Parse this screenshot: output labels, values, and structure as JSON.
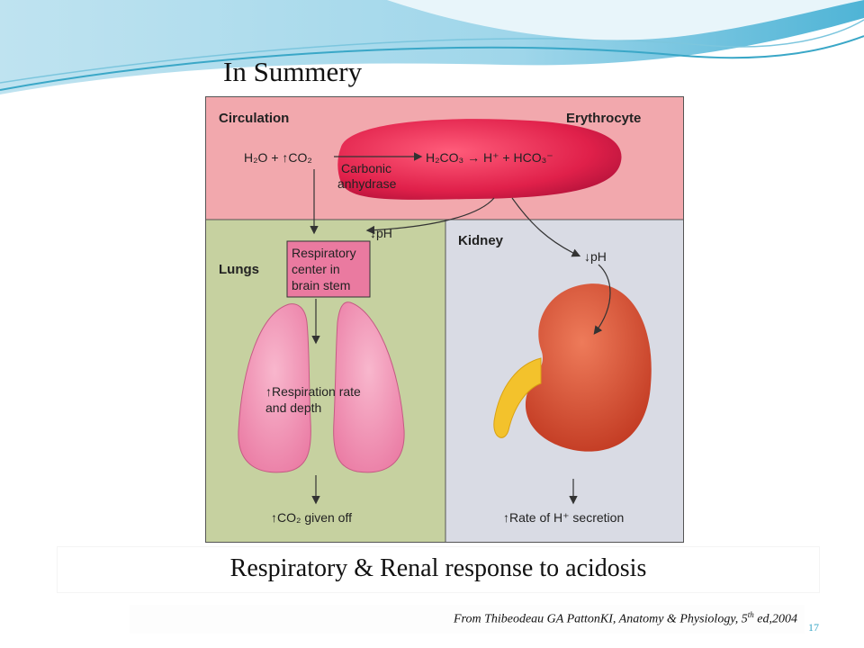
{
  "slide": {
    "title": "In Summery",
    "caption": "Respiratory & Renal response  to acidosis",
    "citation": {
      "text": "From Thibeodeau GA PattonKI, Anatomy & Physiology, 5",
      "sup": "th",
      "tail": "  ed,2004"
    },
    "number": "17"
  },
  "diagram": {
    "panels": {
      "circulation": "Circulation",
      "erythrocyte": "Erythrocyte",
      "lungs": "Lungs",
      "kidney": "Kidney"
    },
    "equation": {
      "left": "H₂O + ↑CO₂",
      "right": "H₂CO₃ → H⁺ + HCO₃⁻"
    },
    "enzyme": {
      "line1": "Carbonic",
      "line2": "anhydrase"
    },
    "ph_lungs": "↓pH",
    "ph_kidney": "↓pH",
    "resp_center": {
      "line1": "Respiratory",
      "line2": "center in",
      "line3": "brain stem"
    },
    "resp_rate": {
      "line1": "↑Respiration rate",
      "line2": "and depth"
    },
    "co2_given_off": "↑CO₂ given off",
    "h_secretion": "↑Rate of H⁺ secretion"
  },
  "colors": {
    "circulation_bg": "#f2a8ad",
    "lungs_bg": "#c6d1a0",
    "kidney_bg": "#d9dbe4",
    "erythrocyte": "#e0204a",
    "lung": "#f090b0",
    "kidney": "#d2452b",
    "ureter": "#f3c22c",
    "resp_box": "#ea7aa0",
    "wave_accent": "#3aa7c7"
  }
}
